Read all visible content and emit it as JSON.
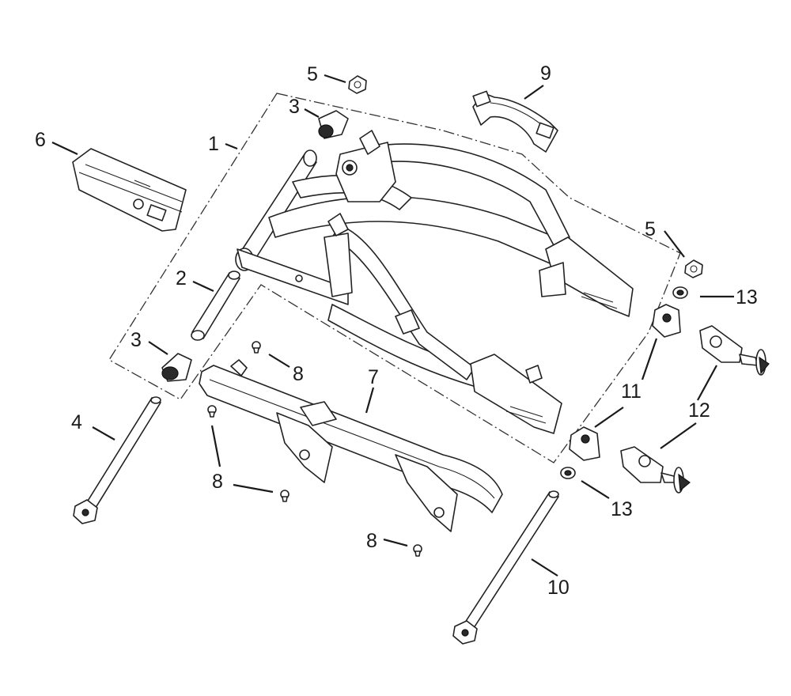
{
  "diagram": {
    "style": "exploded parts diagram",
    "line_color": "#222222",
    "background": "#ffffff",
    "parts": [
      {
        "id": "p1",
        "number": "1",
        "name": "swingarm"
      },
      {
        "id": "p2",
        "number": "2",
        "name": "pivot-sleeve"
      },
      {
        "id": "p3a",
        "number": "3",
        "name": "bushing-upper"
      },
      {
        "id": "p3b",
        "number": "3",
        "name": "bushing-lower"
      },
      {
        "id": "p4",
        "number": "4",
        "name": "pivot-bolt"
      },
      {
        "id": "p5a",
        "number": "5",
        "name": "nut-upper"
      },
      {
        "id": "p5b",
        "number": "5",
        "name": "nut-right"
      },
      {
        "id": "p6",
        "number": "6",
        "name": "chain-slider"
      },
      {
        "id": "p7",
        "number": "7",
        "name": "chain-guard"
      },
      {
        "id": "p8a",
        "number": "8",
        "name": "screw-a"
      },
      {
        "id": "p8b",
        "number": "8",
        "name": "screw-b"
      },
      {
        "id": "p8c",
        "number": "8",
        "name": "screw-c"
      },
      {
        "id": "p8d",
        "number": "8",
        "name": "screw-d"
      },
      {
        "id": "p9",
        "number": "9",
        "name": "hose-clamp"
      },
      {
        "id": "p10",
        "number": "10",
        "name": "axle"
      },
      {
        "id": "p11",
        "number": "11",
        "name": "axle-block"
      },
      {
        "id": "p12",
        "number": "12",
        "name": "chain-adjuster"
      },
      {
        "id": "p13a",
        "number": "13",
        "name": "washer-upper"
      },
      {
        "id": "p13b",
        "number": "13",
        "name": "washer-lower"
      }
    ]
  }
}
